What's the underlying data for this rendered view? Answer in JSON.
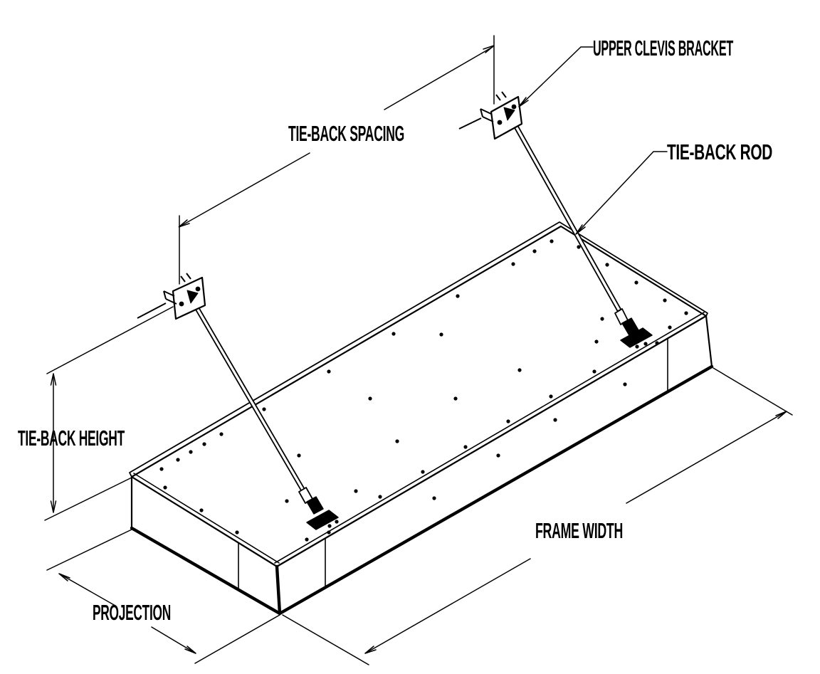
{
  "diagram": {
    "type": "isometric technical line drawing",
    "subject": "canopy frame with tie-back rods and clevis brackets",
    "colors": {
      "line": "#000000",
      "background": "#ffffff"
    },
    "labels": {
      "tie_back_spacing": "TIE-BACK SPACING",
      "upper_clevis_bracket": "UPPER CLEVIS BRACKET",
      "tie_back_rod": "TIE-BACK ROD",
      "tie_back_height": "TIE-BACK HEIGHT",
      "frame_width": "FRAME WIDTH",
      "projection": "PROJECTION"
    }
  }
}
